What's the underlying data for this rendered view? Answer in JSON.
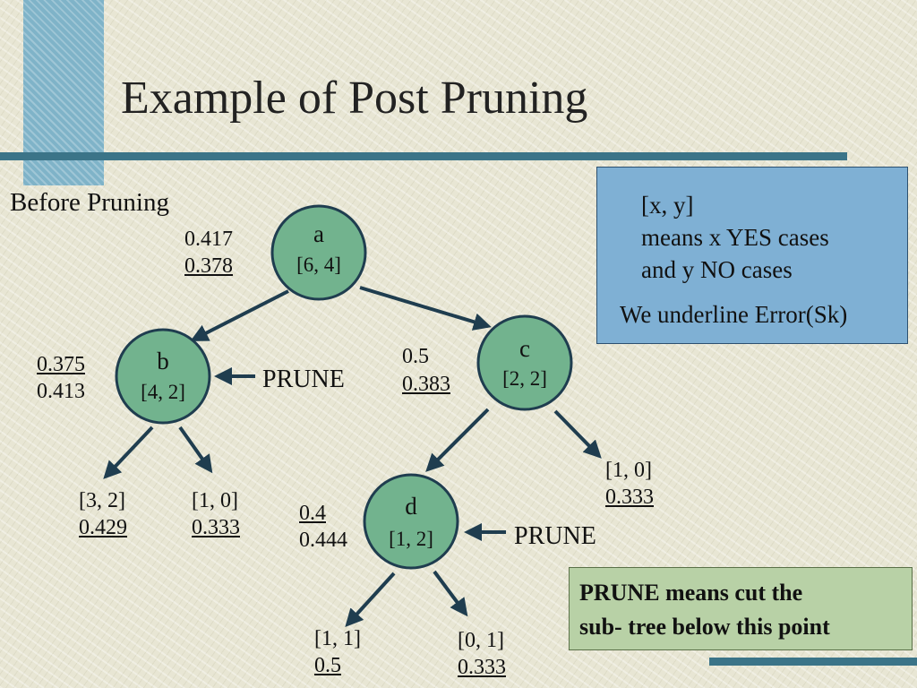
{
  "slide": {
    "title": "Example of Post Pruning",
    "subtitle": "Before Pruning"
  },
  "nodes": {
    "a": {
      "name": "a",
      "counts": "[6, 4]",
      "error_top": "0.417",
      "error_bottom": "0.378",
      "underlined": "bottom"
    },
    "b": {
      "name": "b",
      "counts": "[4, 2]",
      "error_top": "0.375",
      "error_bottom": "0.413",
      "underlined": "top"
    },
    "c": {
      "name": "c",
      "counts": "[2, 2]",
      "error_top": "0.5",
      "error_bottom": "0.383",
      "underlined": "bottom"
    },
    "d": {
      "name": "d",
      "counts": "[1, 2]",
      "error_top": "0.4",
      "error_bottom": "0.444",
      "underlined": "top"
    }
  },
  "leaves": {
    "b_left": {
      "counts": "[3, 2]",
      "error": "0.429"
    },
    "b_right": {
      "counts": "[1, 0]",
      "error": "0.333"
    },
    "c_right": {
      "counts": "[1, 0]",
      "error": "0.333"
    },
    "d_left": {
      "counts": "[1, 1]",
      "error": "0.5"
    },
    "d_right": {
      "counts": "[0, 1]",
      "error": "0.333"
    }
  },
  "annotations": {
    "prune_b": "PRUNE",
    "prune_d": "PRUNE"
  },
  "legend": {
    "line1": "[x, y]",
    "line2": "means x YES cases",
    "line3": "and y NO cases",
    "line4": "We underline Error(Sk)"
  },
  "prune_note": {
    "line1": "PRUNE means cut the",
    "line2": "sub- tree below this point"
  },
  "colors": {
    "node_fill": "#72b38e",
    "node_stroke": "#1f3d4f",
    "arrow": "#1f3d4f",
    "legend_fill": "#7fb0d4",
    "note_fill": "#b8d1a6",
    "rule": "#3b7488"
  }
}
